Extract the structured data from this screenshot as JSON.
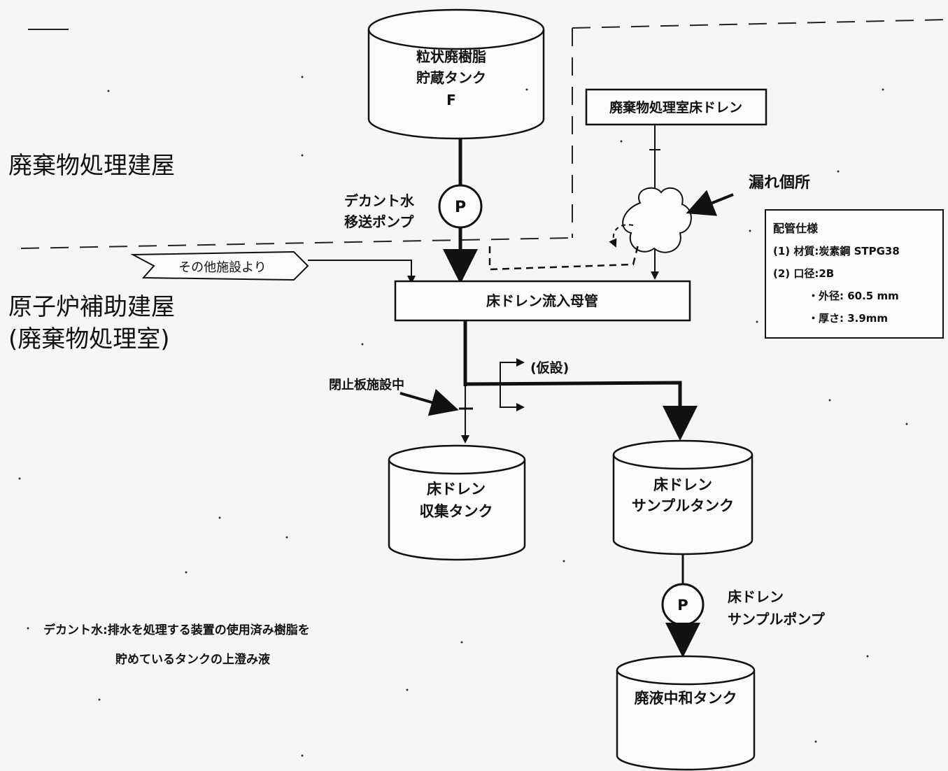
{
  "areas": {
    "waste_building": "廃棄物処理建屋",
    "aux_building_line1": "原子炉補助建屋",
    "aux_building_line2": "(廃棄物処理室)"
  },
  "tanks": {
    "resin_tank": [
      "粒状廃樹脂",
      "貯蔵タンク",
      "F"
    ],
    "collect_tank": [
      "床ドレン",
      "収集タンク"
    ],
    "sample_tank": [
      "床ドレン",
      "サンプルタンク"
    ],
    "neutralize_tank": [
      "廃液中和タンク"
    ]
  },
  "pumps": {
    "decant_pump_symbol": "P",
    "decant_pump_label": [
      "デカント水",
      "移送ポンプ"
    ],
    "sample_pump_symbol": "P",
    "sample_pump_label": [
      "床ドレン",
      "サンプルポンプ"
    ]
  },
  "boxes": {
    "floor_drain_source": "廃棄物処理室床ドレン",
    "header_pipe": "床ドレン流入母管",
    "other_facility": "その他施設より"
  },
  "annotations": {
    "leak": "漏れ個所",
    "closing_plate": "閉止板施設中",
    "temporary": "(仮設)"
  },
  "spec": {
    "title": "配管仕様",
    "material": "(1) 材質:炭素鋼 STPG38",
    "bore": "(2) 口径:2B",
    "outer_dia": "・外径: 60.5 mm",
    "thickness": "・厚さ:  3.9mm"
  },
  "footnote": [
    "デカント水:排水を処理する装置の使用済み樹脂を",
    "貯めているタンクの上澄み液"
  ]
}
